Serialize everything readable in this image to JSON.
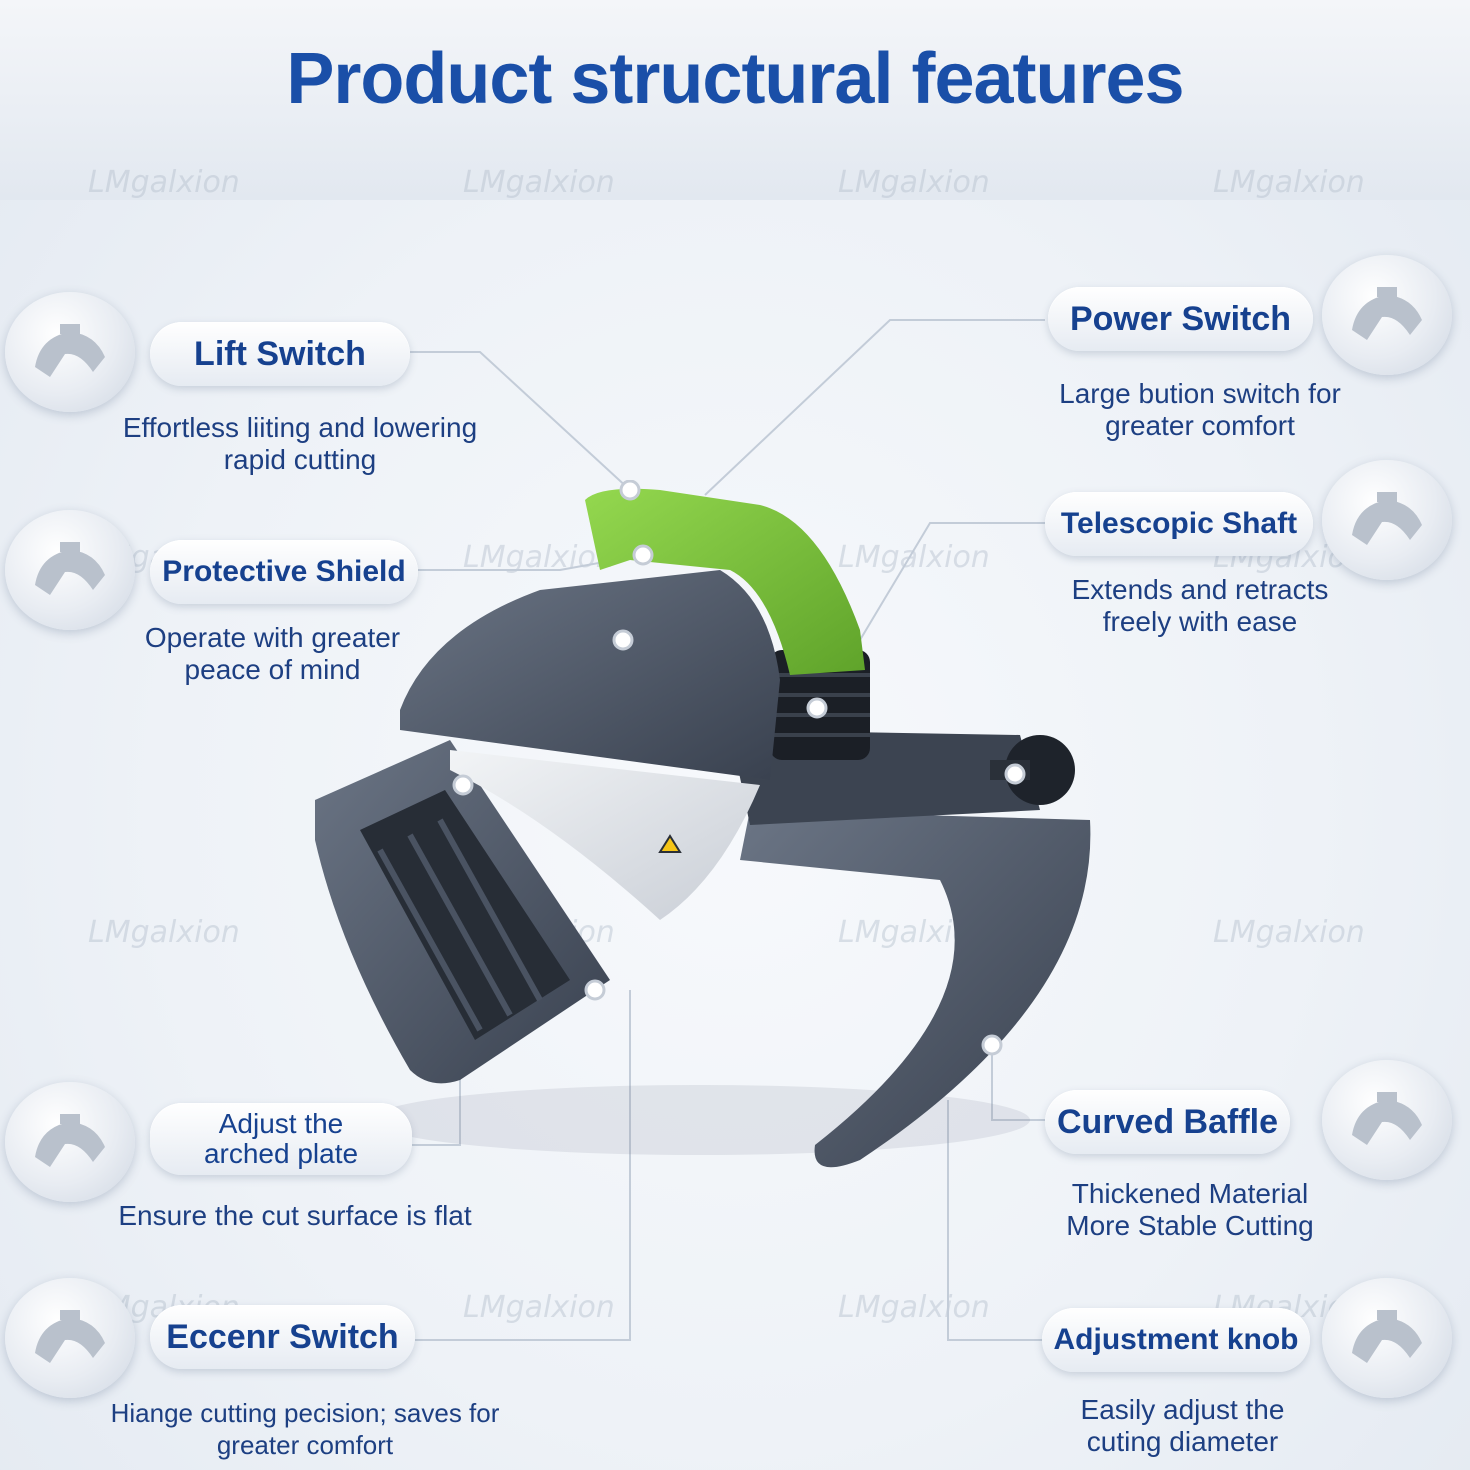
{
  "title": "Product structural features",
  "watermark": "LMgalxion",
  "features": [
    {
      "id": "lift-switch",
      "label": "Lift Switch",
      "description": "Effortless liiting and lowering rapid cutting"
    },
    {
      "id": "protective-shield",
      "label": "Protective Shield",
      "description": "Operate with greater peace of mind"
    },
    {
      "id": "arched-plate",
      "label": "Adjust the arched plate",
      "description": "Ensure the cut surface is flat"
    },
    {
      "id": "eccenr-switch",
      "label": "Eccenr Switch",
      "description": "Hiange cutting pecision; saves for greater comfort"
    },
    {
      "id": "power-switch",
      "label": "Power Switch",
      "description": "Large bution switch for greater comfort"
    },
    {
      "id": "telescopic-shaft",
      "label": "Telescopic Shaft",
      "description": "Extends and retracts freely with ease"
    },
    {
      "id": "curved-baffle",
      "label": "Curved Baffle",
      "description": "Thickened Material More Stable Cutting"
    },
    {
      "id": "adjustment-knob",
      "label": "Adjustment knob",
      "description": "Easily adjust the cuting diameter"
    }
  ],
  "colors": {
    "title": "#1a4fa8",
    "text": "#16418f",
    "handle": "#7cc23c",
    "body": "#4b5566"
  },
  "icons": {
    "badge": "machine-badge-icon"
  }
}
